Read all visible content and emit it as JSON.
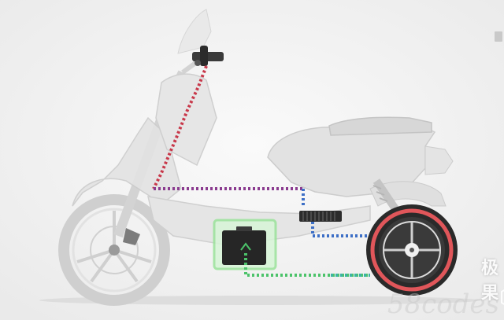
{
  "image": {
    "subject": "scooter-powertrain-cutaway",
    "colors": {
      "background": "#f2f2f2",
      "body_ghost": "#d9d9d9",
      "red_path": "#c8384a",
      "purple_path": "#8a3b8f",
      "blue_path": "#3d6fc6",
      "green_path": "#4cc36a",
      "battery_glow": "#9be39b",
      "hub_ring": "#e0565a"
    }
  },
  "watermark": {
    "brand": "极果",
    "site": "58codes"
  }
}
